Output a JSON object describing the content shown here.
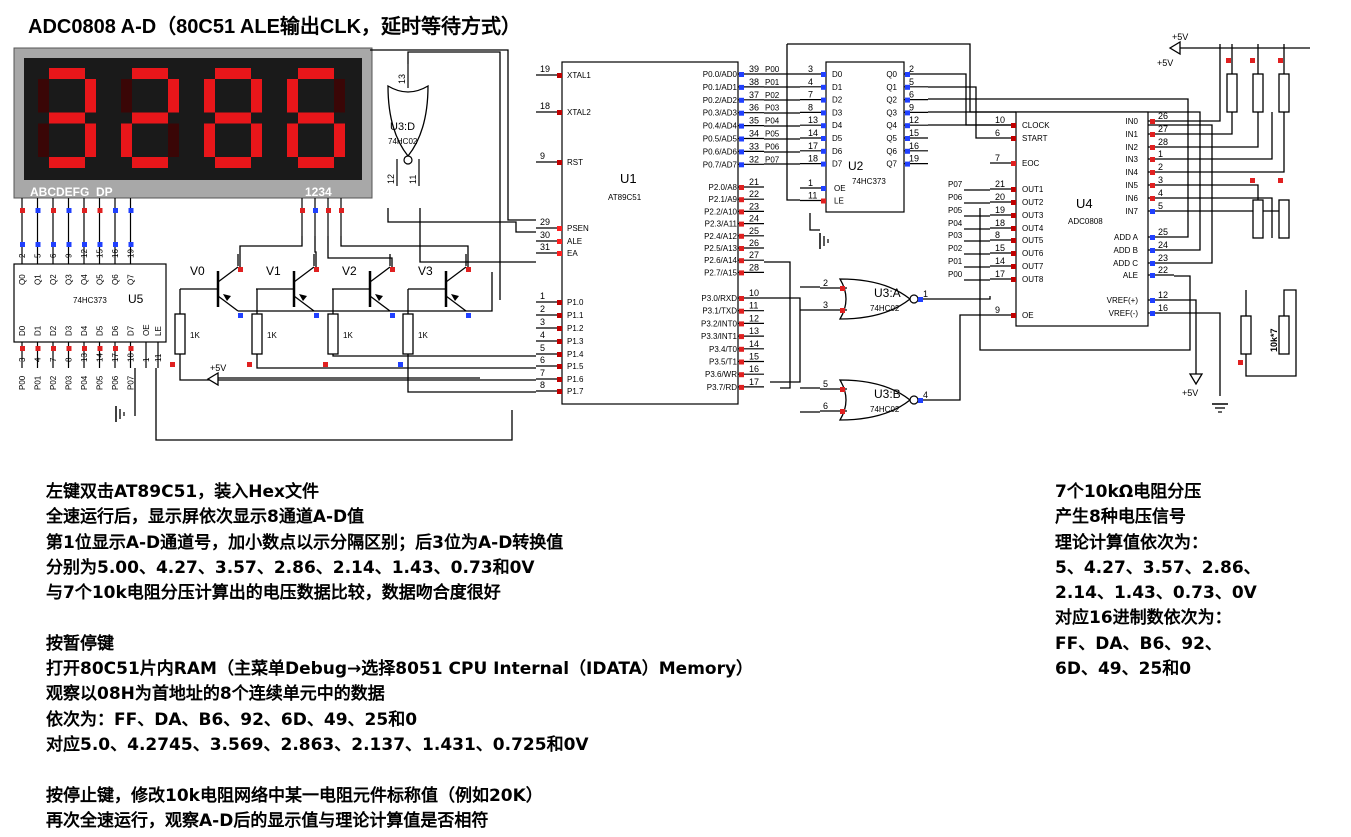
{
  "title": "ADC0808 A-D（80C51 ALE输出CLK，延时等待方式）",
  "display": {
    "digits": [
      "3",
      "2",
      "8",
      "6"
    ],
    "seg_label": "ABCDEFG  DP",
    "digit_label": "1234",
    "color": "#e8161a"
  },
  "components": {
    "u1": {
      "ref": "U1",
      "part": "AT89C51",
      "left_pins": [
        {
          "num": "19",
          "name": "XTAL1"
        },
        {
          "num": "18",
          "name": "XTAL2"
        },
        {
          "num": "9",
          "name": "RST"
        },
        {
          "num": "29",
          "name": "PSEN"
        },
        {
          "num": "30",
          "name": "ALE"
        },
        {
          "num": "31",
          "name": "EA"
        },
        {
          "num": "1",
          "name": "P1.0"
        },
        {
          "num": "2",
          "name": "P1.1"
        },
        {
          "num": "3",
          "name": "P1.2"
        },
        {
          "num": "4",
          "name": "P1.3"
        },
        {
          "num": "5",
          "name": "P1.4"
        },
        {
          "num": "6",
          "name": "P1.5"
        },
        {
          "num": "7",
          "name": "P1.6"
        },
        {
          "num": "8",
          "name": "P1.7"
        }
      ],
      "right_pins": [
        {
          "num": "39",
          "name": "P0.0/AD0",
          "net": "P00"
        },
        {
          "num": "38",
          "name": "P0.1/AD1",
          "net": "P01"
        },
        {
          "num": "37",
          "name": "P0.2/AD2",
          "net": "P02"
        },
        {
          "num": "36",
          "name": "P0.3/AD3",
          "net": "P03"
        },
        {
          "num": "35",
          "name": "P0.4/AD4",
          "net": "P04"
        },
        {
          "num": "34",
          "name": "P0.5/AD5",
          "net": "P05"
        },
        {
          "num": "33",
          "name": "P0.6/AD6",
          "net": "P06"
        },
        {
          "num": "32",
          "name": "P0.7/AD7",
          "net": "P07"
        },
        {
          "num": "21",
          "name": "P2.0/A8"
        },
        {
          "num": "22",
          "name": "P2.1/A9"
        },
        {
          "num": "23",
          "name": "P2.2/A10"
        },
        {
          "num": "24",
          "name": "P2.3/A11"
        },
        {
          "num": "25",
          "name": "P2.4/A12"
        },
        {
          "num": "26",
          "name": "P2.5/A13"
        },
        {
          "num": "27",
          "name": "P2.6/A14"
        },
        {
          "num": "28",
          "name": "P2.7/A15"
        },
        {
          "num": "10",
          "name": "P3.0/RXD"
        },
        {
          "num": "11",
          "name": "P3.1/TXD"
        },
        {
          "num": "12",
          "name": "P3.2/INT0"
        },
        {
          "num": "13",
          "name": "P3.3/INT1"
        },
        {
          "num": "14",
          "name": "P3.4/T0"
        },
        {
          "num": "15",
          "name": "P3.5/T1"
        },
        {
          "num": "16",
          "name": "P3.6/WR"
        },
        {
          "num": "17",
          "name": "P3.7/RD"
        }
      ]
    },
    "u2": {
      "ref": "U2",
      "part": "74HC373",
      "in_nums": [
        "3",
        "4",
        "7",
        "8",
        "13",
        "14",
        "17",
        "18"
      ],
      "in_names": [
        "D0",
        "D1",
        "D2",
        "D3",
        "D4",
        "D5",
        "D6",
        "D7"
      ],
      "out_nums": [
        "2",
        "5",
        "6",
        "9",
        "12",
        "15",
        "16",
        "19"
      ],
      "out_names": [
        "Q0",
        "Q1",
        "Q2",
        "Q3",
        "Q4",
        "Q5",
        "Q6",
        "Q7"
      ],
      "ctrl": [
        {
          "num": "1",
          "name": "OE"
        },
        {
          "num": "11",
          "name": "LE"
        }
      ]
    },
    "u4": {
      "ref": "U4",
      "part": "ADC0808",
      "left_pins": [
        {
          "num": "10",
          "name": "CLOCK",
          "net": ""
        },
        {
          "num": "6",
          "name": "START",
          "net": ""
        },
        {
          "num": "7",
          "name": "EOC",
          "net": ""
        },
        {
          "num": "21",
          "name": "OUT1",
          "net": "P07"
        },
        {
          "num": "20",
          "name": "OUT2",
          "net": "P06"
        },
        {
          "num": "19",
          "name": "OUT3",
          "net": "P05"
        },
        {
          "num": "18",
          "name": "OUT4",
          "net": "P04"
        },
        {
          "num": "8",
          "name": "OUT5",
          "net": "P03"
        },
        {
          "num": "15",
          "name": "OUT6",
          "net": "P02"
        },
        {
          "num": "14",
          "name": "OUT7",
          "net": "P01"
        },
        {
          "num": "17",
          "name": "OUT8",
          "net": "P00"
        },
        {
          "num": "9",
          "name": "OE",
          "net": ""
        }
      ],
      "right_pins": [
        {
          "num": "26",
          "name": "IN0"
        },
        {
          "num": "27",
          "name": "IN1"
        },
        {
          "num": "28",
          "name": "IN2"
        },
        {
          "num": "1",
          "name": "IN3"
        },
        {
          "num": "2",
          "name": "IN4"
        },
        {
          "num": "3",
          "name": "IN5"
        },
        {
          "num": "4",
          "name": "IN6"
        },
        {
          "num": "5",
          "name": "IN7"
        },
        {
          "num": "25",
          "name": "ADD A"
        },
        {
          "num": "24",
          "name": "ADD B"
        },
        {
          "num": "23",
          "name": "ADD C"
        },
        {
          "num": "22",
          "name": "ALE"
        },
        {
          "num": "12",
          "name": "VREF(+)"
        },
        {
          "num": "16",
          "name": "VREF(-)"
        }
      ]
    },
    "u5": {
      "ref": "U5",
      "part": "74HC373",
      "q_nums": [
        "2",
        "5",
        "6",
        "9",
        "12",
        "15",
        "16",
        "19"
      ],
      "q_names": [
        "Q0",
        "Q1",
        "Q2",
        "Q3",
        "Q4",
        "Q5",
        "Q6",
        "Q7"
      ],
      "d_nums": [
        "3",
        "4",
        "7",
        "8",
        "13",
        "14",
        "17",
        "18"
      ],
      "d_names": [
        "D0",
        "D1",
        "D2",
        "D3",
        "D4",
        "D5",
        "D6",
        "D7"
      ],
      "d_nets": [
        "P00",
        "P01",
        "P02",
        "P03",
        "P04",
        "P05",
        "P06",
        "P07"
      ],
      "ctrl": [
        {
          "num": "1",
          "name": "OE"
        },
        {
          "num": "11",
          "name": "LE"
        }
      ]
    },
    "gates": [
      {
        "ref": "U3:A",
        "part": "74HC02",
        "in": [
          "2",
          "3"
        ],
        "out": "1"
      },
      {
        "ref": "U3:B",
        "part": "74HC02",
        "in": [
          "5",
          "6"
        ],
        "out": "4"
      },
      {
        "ref": "U3:D",
        "part": "74HC02",
        "in": [
          "12",
          "11"
        ],
        "out": "13"
      }
    ],
    "transistors": [
      "V0",
      "V1",
      "V2",
      "V3"
    ],
    "base_resistor": "1K",
    "divider_resistor": "10k*7",
    "supply": "+5V"
  },
  "notes_left": [
    "左键双击AT89C51，装入Hex文件",
    "全速运行后，显示屏依次显示8通道A-D值",
    "第1位显示A-D通道号，加小数点以示分隔区别；后3位为A-D转换值",
    "分别为5.00、4.27、3.57、2.86、2.14、1.43、0.73和0V",
    "与7个10k电阻分压计算出的电压数据比较，数据吻合度很好",
    "",
    "按暂停键",
    "打开80C51片内RAM（主菜单Debug→选择8051 CPU Internal（IDATA）Memory）",
    "观察以08H为首地址的8个连续单元中的数据",
    "依次为：FF、DA、B6、92、6D、49、25和0",
    "对应5.0、4.2745、3.569、2.863、2.137、1.431、0.725和0V",
    "",
    "按停止键，修改10k电阻网络中某一电阻元件标称值（例如20K）",
    "再次全速运行，观察A-D后的显示值与理论计算值是否相符"
  ],
  "notes_right": [
    "7个10kΩ电阻分压",
    "产生8种电压信号",
    "理论计算值依次为：",
    "5、4.27、3.57、2.86、",
    "2.14、1.43、0.73、0V",
    "对应16进制数依次为：",
    "FF、DA、B6、92、",
    "6D、49、25和0"
  ]
}
